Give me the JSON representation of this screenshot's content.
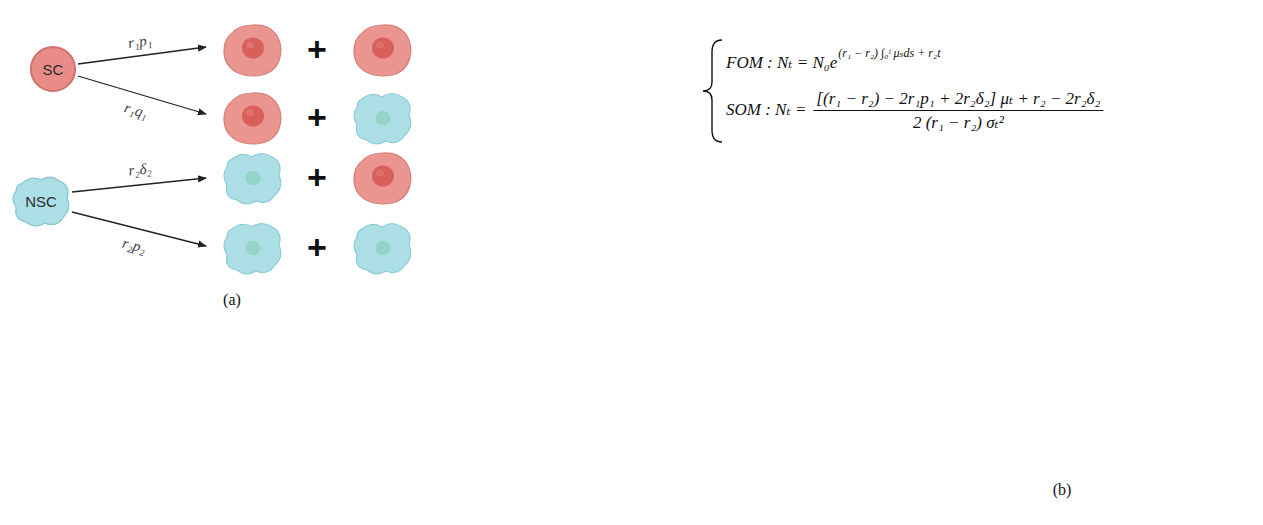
{
  "diagram": {
    "nodes": [
      {
        "text": [
          "SC"
        ]
      },
      {
        "text": [
          "NSC"
        ]
      }
    ],
    "labels": [
      "r₁p₁",
      "r₁q₁",
      "r₂δ₂",
      "r₂p₂",
      "+",
      "+",
      "+",
      "+",
      "(a)",
      "FOM : Nₜ = N₀e",
      "(r₁ − r₂) ∫₀ᵗ μₛds + r₂t",
      "SOM : Nₜ =",
      "[(r₁ − r₂) − 2r₁p₁ + 2r₂δ₂] μₜ + r₂ − 2r₂δ₂",
      "2 (r₁ − r₂) σₜ²",
      "(b)"
    ]
  }
}
